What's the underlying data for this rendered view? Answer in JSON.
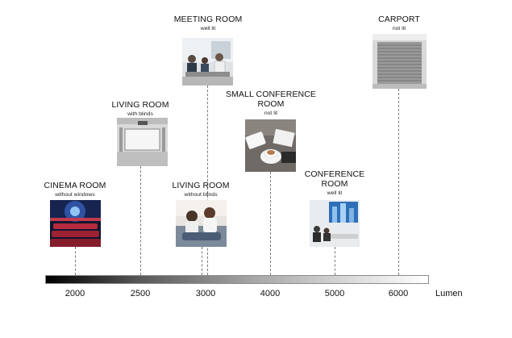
{
  "axis": {
    "unit": "Lumen",
    "ticks": [
      {
        "value": 2000,
        "label": "2000"
      },
      {
        "value": 2500,
        "label": "2500"
      },
      {
        "value": 3000,
        "label": "3000"
      },
      {
        "value": 4000,
        "label": "4000"
      },
      {
        "value": 5000,
        "label": "5000"
      },
      {
        "value": 6000,
        "label": "6000"
      }
    ]
  },
  "rooms": [
    {
      "id": "cinema-room",
      "title": "CINEMA ROOM",
      "subtitle": "without windows",
      "scene": "cinema-seats"
    },
    {
      "id": "living-room-blinds",
      "title": "LIVING ROOM",
      "subtitle": "with blinds",
      "scene": "projection-screen"
    },
    {
      "id": "meeting-room",
      "title": "MEETING ROOM",
      "subtitle": "well lit",
      "scene": "meeting-table"
    },
    {
      "id": "living-room-no-blinds",
      "title": "LIVING ROOM",
      "subtitle": "without blinds",
      "scene": "sofa-viewers"
    },
    {
      "id": "small-conference-room",
      "title": "SMALL CONFERENCE ROOM",
      "title_lines": [
        "SMALL CONFERENCE",
        "ROOM"
      ],
      "subtitle": "not lit",
      "scene": "coffee-desk"
    },
    {
      "id": "conference-room",
      "title": "CONFERENCE ROOM",
      "title_lines": [
        "CONFERENCE",
        "ROOM"
      ],
      "subtitle": "well lit",
      "scene": "presentation"
    },
    {
      "id": "carport",
      "title": "CARPORT",
      "subtitle": "not lit",
      "scene": "roller-door"
    }
  ],
  "colors": {
    "bar_dark": "#000000",
    "bar_light": "#ffffff",
    "dash": "#7a7a7a"
  }
}
